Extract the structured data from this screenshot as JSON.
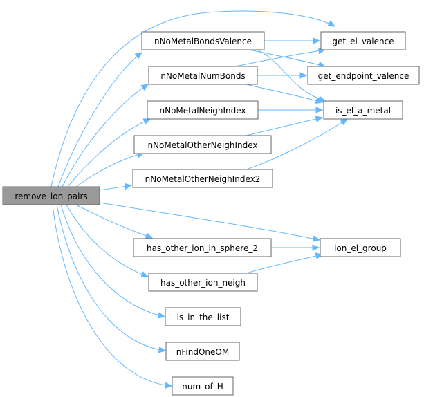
{
  "diagram": {
    "accent_color": "#63b8ff",
    "root_fill": "#999999",
    "node_border": "#666666",
    "nodes": [
      {
        "id": "remove_ion_pairs",
        "label": "remove_ion_pairs",
        "root": true
      },
      {
        "id": "nNoMetalBondsValence",
        "label": "nNoMetalBondsValence"
      },
      {
        "id": "nNoMetalNumBonds",
        "label": "nNoMetalNumBonds"
      },
      {
        "id": "nNoMetalNeighIndex",
        "label": "nNoMetalNeighIndex"
      },
      {
        "id": "nNoMetalOtherNeighIndex",
        "label": "nNoMetalOtherNeighIndex"
      },
      {
        "id": "nNoMetalOtherNeighIndex2",
        "label": "nNoMetalOtherNeighIndex2"
      },
      {
        "id": "get_el_valence",
        "label": "get_el_valence"
      },
      {
        "id": "get_endpoint_valence",
        "label": "get_endpoint_valence"
      },
      {
        "id": "is_el_a_metal",
        "label": "is_el_a_metal"
      },
      {
        "id": "has_other_ion_in_sphere_2",
        "label": "has_other_ion_in_sphere_2"
      },
      {
        "id": "has_other_ion_neigh",
        "label": "has_other_ion_neigh"
      },
      {
        "id": "ion_el_group",
        "label": "ion_el_group"
      },
      {
        "id": "is_in_the_list",
        "label": "is_in_the_list"
      },
      {
        "id": "nFindOneOM",
        "label": "nFindOneOM"
      },
      {
        "id": "num_of_H",
        "label": "num_of_H"
      }
    ],
    "edges": [
      {
        "from": "remove_ion_pairs",
        "to": "get_el_valence"
      },
      {
        "from": "remove_ion_pairs",
        "to": "nNoMetalBondsValence"
      },
      {
        "from": "remove_ion_pairs",
        "to": "nNoMetalNumBonds"
      },
      {
        "from": "remove_ion_pairs",
        "to": "nNoMetalNeighIndex"
      },
      {
        "from": "remove_ion_pairs",
        "to": "nNoMetalOtherNeighIndex"
      },
      {
        "from": "remove_ion_pairs",
        "to": "nNoMetalOtherNeighIndex2"
      },
      {
        "from": "remove_ion_pairs",
        "to": "ion_el_group"
      },
      {
        "from": "remove_ion_pairs",
        "to": "has_other_ion_in_sphere_2"
      },
      {
        "from": "remove_ion_pairs",
        "to": "has_other_ion_neigh"
      },
      {
        "from": "remove_ion_pairs",
        "to": "is_in_the_list"
      },
      {
        "from": "remove_ion_pairs",
        "to": "nFindOneOM"
      },
      {
        "from": "remove_ion_pairs",
        "to": "num_of_H"
      },
      {
        "from": "nNoMetalBondsValence",
        "to": "get_el_valence"
      },
      {
        "from": "nNoMetalBondsValence",
        "to": "get_endpoint_valence"
      },
      {
        "from": "nNoMetalBondsValence",
        "to": "is_el_a_metal"
      },
      {
        "from": "nNoMetalNumBonds",
        "to": "get_el_valence"
      },
      {
        "from": "nNoMetalNumBonds",
        "to": "get_endpoint_valence"
      },
      {
        "from": "nNoMetalNumBonds",
        "to": "is_el_a_metal"
      },
      {
        "from": "nNoMetalNeighIndex",
        "to": "is_el_a_metal"
      },
      {
        "from": "nNoMetalOtherNeighIndex",
        "to": "is_el_a_metal"
      },
      {
        "from": "nNoMetalOtherNeighIndex2",
        "to": "is_el_a_metal"
      },
      {
        "from": "has_other_ion_in_sphere_2",
        "to": "ion_el_group"
      },
      {
        "from": "has_other_ion_neigh",
        "to": "ion_el_group"
      }
    ]
  }
}
